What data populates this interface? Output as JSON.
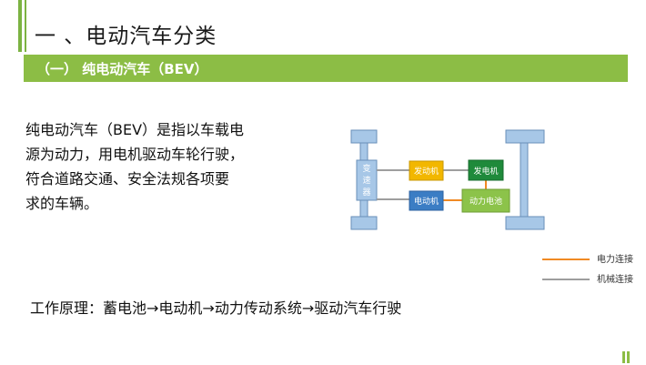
{
  "header": {
    "title": "一 、电动汽车分类"
  },
  "section": {
    "title": "（一） 纯电动汽车（BEV）"
  },
  "description": {
    "line1": "纯电动汽车（BEV）是指以车载电",
    "line2": "源为动力，用电机驱动车轮行驶，",
    "line3": "符合道路交通、安全法规各项要",
    "line4": "求的车辆。"
  },
  "diagram": {
    "transmission": "变速器",
    "engine": "发动机",
    "generator": "发电机",
    "motor": "电动机",
    "battery": "动力电池"
  },
  "legend": {
    "electric": "电力连接",
    "mechanical": "机械连接"
  },
  "principle": "工作原理：蓄电池→电动机→动力传动系统→驱动汽车行驶",
  "colors": {
    "accent": "#8cbd45",
    "electric_line": "#f08a24",
    "mechanical_line": "#9e9e9e",
    "chassis": "#a7c7e7",
    "chassis_stroke": "#6a8fb8",
    "engine_box": "#f2b700",
    "generator_box": "#1f8a3b",
    "motor_box": "#3b7dc4",
    "battery_box": "#8cc34a"
  }
}
